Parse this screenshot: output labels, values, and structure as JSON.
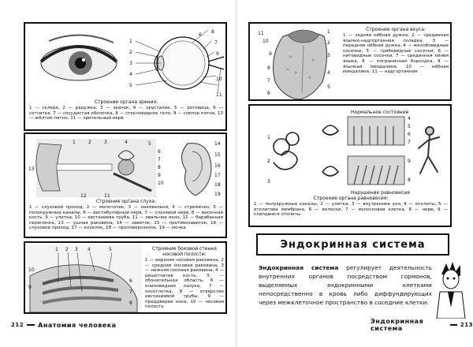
{
  "left_page": {
    "page_number": "212",
    "running_head": "Анатомия человека",
    "eye": {
      "title": "Строение органа зрения:",
      "caption": "1 — склера, 2 — радужка, 3 — зрачок, 4 — хрусталик, 5 — роговица, 6 — сетчатка, 7 — сосудистая оболочка, 8 — стекловидное тело, 9 — слепое пятно, 10 — жёлтое пятно, 11 — зрительный нерв",
      "labels": [
        "1",
        "2",
        "3",
        "4",
        "5",
        "6",
        "7",
        "8",
        "9",
        "10",
        "11"
      ]
    },
    "ear": {
      "title": "Строение органа слуха:",
      "caption": "1 — слуховой проход, 2 — молоточек, 3 — наковальня, 4 — стремечко, 5 — полукружные каналы, 6 — вестибулярный нерв, 7 — слуховой нерв, 8 — височная кость, 9 — улитка, 10 — евстахиева труба, 11 — овальное окно, 12 — барабанная перепонка, 13 — ушная раковина, 14 — завиток, 15 — противозавиток, 16 — слуховой проход, 17 — козелок, 18 — противокозелок, 19 — мочка",
      "labels": [
        "1",
        "2",
        "3",
        "4",
        "5",
        "6",
        "7",
        "8",
        "9",
        "10",
        "11",
        "12",
        "13",
        "14",
        "15",
        "16",
        "17",
        "18",
        "19"
      ]
    },
    "nose": {
      "title": "Строение боковой стенки носовой полости:",
      "caption": "1 — верхняя носовая раковина, 2 — средняя носовая раковина, 3 — нижняя носовая раковина, 4 — решетчатая кость, 5 — обонятельная область, 6 — клиновидная пазуха, 7 — носоглотка, 8 — отверстие евстахиевой трубы, 9 — преддверие носа, 10 — носовая полость",
      "labels": [
        "1",
        "2",
        "3",
        "4",
        "5",
        "6",
        "7",
        "8",
        "9",
        "10"
      ]
    }
  },
  "right_page": {
    "page_number": "213",
    "running_head": "Эндокринная система",
    "tongue": {
      "title": "Строение органа вкуса:",
      "caption": "1 — задняя нёбная дужка, 2 — срединная язычно-надгортанная складка, 3 — передняя нёбная дужка, 4 — желобовидные сосочки, 5 — грибовидные сосочки, 6 — нитевидные сосочки, 7 — срединная линия языка, 8 — пограничная бороздка, 9 — язычная миндалина, 10 — нёбная миндалина, 11 — надгортанник",
      "labels": [
        "1",
        "2",
        "3",
        "4",
        "5",
        "6",
        "7",
        "8",
        "9",
        "10",
        "11"
      ]
    },
    "balance": {
      "state_normal": "Нормальное состояние",
      "state_broken": "Нарушение равновесия",
      "title": "Строение органа равновесия:",
      "caption": "1 — полукружные каналы, 2 — улитка, 3 — внутреннее ухо, 4 — отолиты, 5 — отолитова мембрана, 6 — волоски, 7 — волосковая клетка, 8 — нерв, 9 — слипшиеся отолиты",
      "labels": [
        "1",
        "2",
        "3",
        "4",
        "5",
        "6",
        "7",
        "8",
        "9"
      ]
    },
    "section_title": "Эндокринная система",
    "intro_bold": "Эндокринная система",
    "intro_text": " регулирует деятельность внутренних органов посредством гормонов, выделяемых эндокринными клетками непосредственно в кровь либо диффундирующих через межклеточное пространство в соседние клетки."
  }
}
